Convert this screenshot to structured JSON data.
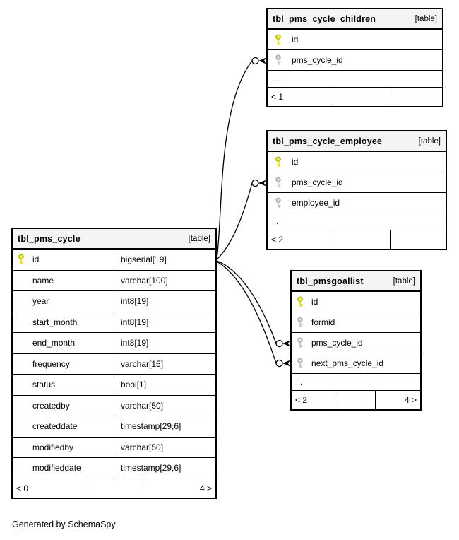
{
  "diagram": {
    "footer_note": "Generated by SchemaSpy",
    "colors": {
      "pk_key": "#e4e400",
      "fk_key": "#c6c6c6",
      "header_bg": "#f4f4f4",
      "border": "#000000",
      "background": "#ffffff"
    }
  },
  "tables": {
    "cycle": {
      "title": "tbl_pms_cycle",
      "tag": "[table]",
      "columns": [
        {
          "name": "id",
          "type": "bigserial[19]",
          "key": "pk"
        },
        {
          "name": "name",
          "type": "varchar[100]",
          "key": ""
        },
        {
          "name": "year",
          "type": "int8[19]",
          "key": ""
        },
        {
          "name": "start_month",
          "type": "int8[19]",
          "key": ""
        },
        {
          "name": "end_month",
          "type": "int8[19]",
          "key": ""
        },
        {
          "name": "frequency",
          "type": "varchar[15]",
          "key": ""
        },
        {
          "name": "status",
          "type": "bool[1]",
          "key": ""
        },
        {
          "name": "createdby",
          "type": "varchar[50]",
          "key": ""
        },
        {
          "name": "createddate",
          "type": "timestamp[29,6]",
          "key": ""
        },
        {
          "name": "modifiedby",
          "type": "varchar[50]",
          "key": ""
        },
        {
          "name": "modifieddate",
          "type": "timestamp[29,6]",
          "key": ""
        }
      ],
      "footer": {
        "left": "< 0",
        "mid": "",
        "right": "4 >"
      }
    },
    "children": {
      "title": "tbl_pms_cycle_children",
      "tag": "[table]",
      "columns": [
        {
          "name": "id",
          "key": "pk"
        },
        {
          "name": "pms_cycle_id",
          "key": "fk"
        }
      ],
      "ellipsis": "...",
      "footer": {
        "left": "< 1",
        "mid": "",
        "right": ""
      }
    },
    "employee": {
      "title": "tbl_pms_cycle_employee",
      "tag": "[table]",
      "columns": [
        {
          "name": "id",
          "key": "pk"
        },
        {
          "name": "pms_cycle_id",
          "key": "fk"
        },
        {
          "name": "employee_id",
          "key": "fk"
        }
      ],
      "ellipsis": "...",
      "footer": {
        "left": "< 2",
        "mid": "",
        "right": ""
      }
    },
    "goallist": {
      "title": "tbl_pmsgoallist",
      "tag": "[table]",
      "columns": [
        {
          "name": "id",
          "key": "pk"
        },
        {
          "name": "formid",
          "key": "fk"
        },
        {
          "name": "pms_cycle_id",
          "key": "fk"
        },
        {
          "name": "next_pms_cycle_id",
          "key": "fk"
        }
      ],
      "ellipsis": "...",
      "footer": {
        "left": "< 2",
        "mid": "",
        "right": "4 >"
      }
    }
  },
  "relationships": [
    {
      "from": "tbl_pms_cycle.id",
      "to": "tbl_pms_cycle_children.pms_cycle_id"
    },
    {
      "from": "tbl_pms_cycle.id",
      "to": "tbl_pms_cycle_employee.pms_cycle_id"
    },
    {
      "from": "tbl_pms_cycle.id",
      "to": "tbl_pmsgoallist.pms_cycle_id"
    },
    {
      "from": "tbl_pms_cycle.id",
      "to": "tbl_pmsgoallist.next_pms_cycle_id"
    }
  ]
}
